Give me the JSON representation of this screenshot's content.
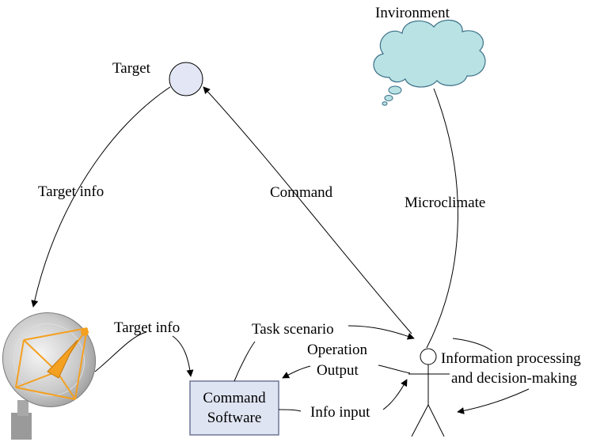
{
  "nodes": {
    "target": "Target",
    "environment": "Invironment",
    "software_line1": "Command",
    "software_line2": "Software",
    "human_label_line1": "Information processing",
    "human_label_line2": "and decision-making"
  },
  "edges": {
    "target_info_top": "Target info",
    "command": "Command",
    "microclimate": "Microclimate",
    "target_info_bottom": "Target info",
    "task_scenario": "Task scenario",
    "operation_line1": "Operation",
    "operation_line2": "Output",
    "info_input": "Info input"
  },
  "colors": {
    "target_fill": "#e3e7f5",
    "cloud_fill": "#b8e2e4",
    "cloud_stroke": "#3b6f86",
    "software_fill": "#dfe4f2",
    "software_stroke": "#6e7796",
    "dish_orange": "#f4a020",
    "dish_gray": "#b8b8b8"
  }
}
